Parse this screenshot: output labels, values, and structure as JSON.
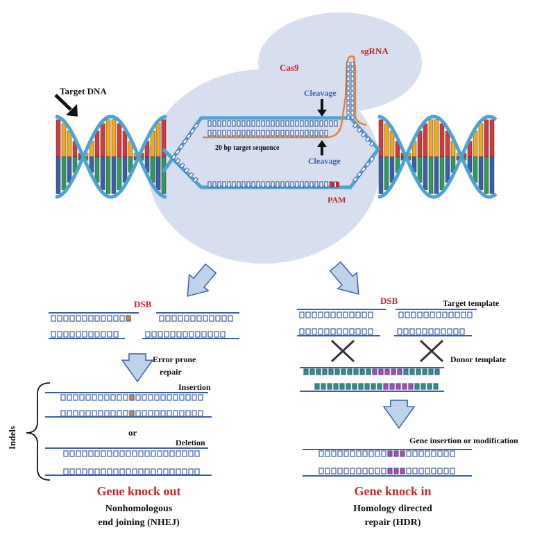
{
  "colors": {
    "helix": "#4da3d4",
    "strand": "#3a5fa8",
    "orange": "#e8822a",
    "red": "#c0282b",
    "blue_label": "#3a5fa8",
    "pink": "#cc3ea0",
    "green": "#2e9a5c",
    "cas9_blob": "#d6deef",
    "arrow_fill": "#bdd3ea",
    "arrow_stroke": "#3a5fa8"
  },
  "labels": {
    "target_dna": "Target DNA",
    "cas9": "Cas9",
    "sgrna": "sgRNA",
    "cleavage_top": "Cleavage",
    "cleavage_bottom": "Cleavage",
    "target_sequence": "20 bp target sequence",
    "pam": "PAM",
    "dsb_left": "DSB",
    "dsb_right": "DSB",
    "target_template": "Target template",
    "donor_template": "Donor template",
    "error_prone": "Error prone",
    "repair": "repair",
    "insertion": "Insertion",
    "or": "or",
    "deletion": "Deletion",
    "indels": "Indels",
    "gene_insertion": "Gene insertion or modification",
    "knock_out_title": "Gene knock out",
    "nhej_line1": "Nonhomologous",
    "nhej_line2": "end joining (NHEJ)",
    "knock_in_title": "Gene knock in",
    "hdr_line1": "Homology directed",
    "hdr_line2": "repair (HDR)"
  }
}
